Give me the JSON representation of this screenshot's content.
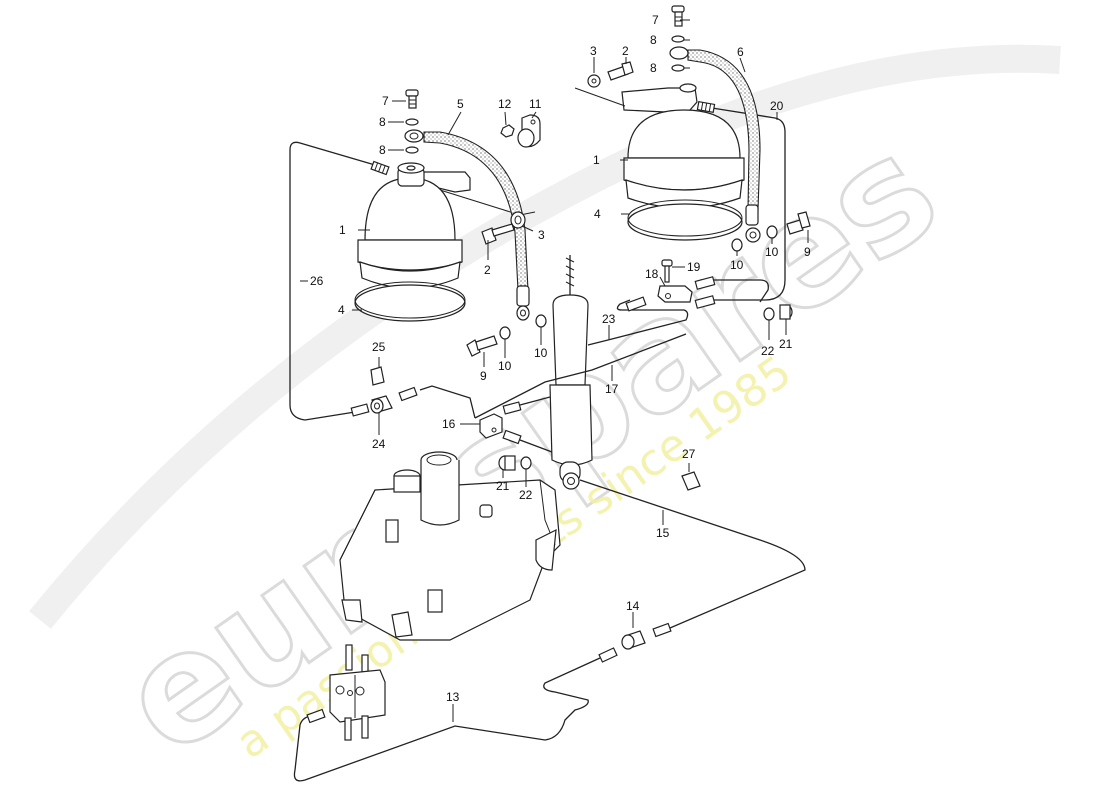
{
  "diagram": {
    "type": "exploded parts diagram",
    "subject": "hydropneumatic suspension - pressure accumulators, shock strut, reservoir and lines",
    "watermark": {
      "brand": "eurospares",
      "tagline": "a passion for parts since 1985"
    },
    "callouts": [
      {
        "id": "c1a",
        "number": "1",
        "part": "pressure accumulator sphere (left)"
      },
      {
        "id": "c1b",
        "number": "1",
        "part": "pressure accumulator sphere (right)"
      },
      {
        "id": "c2a",
        "number": "2",
        "part": "bolt (left bracket)"
      },
      {
        "id": "c2b",
        "number": "2",
        "part": "bolt (right bracket)"
      },
      {
        "id": "c3a",
        "number": "3",
        "part": "washer (left)"
      },
      {
        "id": "c3b",
        "number": "3",
        "part": "washer (right)"
      },
      {
        "id": "c4a",
        "number": "4",
        "part": "sealing ring (left)"
      },
      {
        "id": "c4b",
        "number": "4",
        "part": "sealing ring (right)"
      },
      {
        "id": "c5",
        "number": "5",
        "part": "high pressure hose (left)"
      },
      {
        "id": "c6",
        "number": "6",
        "part": "high pressure hose (right)"
      },
      {
        "id": "c7a",
        "number": "7",
        "part": "banjo bolt (left)"
      },
      {
        "id": "c7b",
        "number": "7",
        "part": "banjo bolt (right)"
      },
      {
        "id": "c8a",
        "number": "8",
        "part": "sealing washer upper (left)"
      },
      {
        "id": "c8b",
        "number": "8",
        "part": "sealing washer lower (left)"
      },
      {
        "id": "c8c",
        "number": "8",
        "part": "sealing washer upper (right)"
      },
      {
        "id": "c8d",
        "number": "8",
        "part": "sealing washer lower (right)"
      },
      {
        "id": "c9a",
        "number": "9",
        "part": "banjo bolt (center)"
      },
      {
        "id": "c9b",
        "number": "9",
        "part": "banjo bolt (right)"
      },
      {
        "id": "c10a",
        "number": "10",
        "part": "sealing washer (center 1)"
      },
      {
        "id": "c10b",
        "number": "10",
        "part": "sealing washer (center 2)"
      },
      {
        "id": "c10c",
        "number": "10",
        "part": "sealing washer (right 1)"
      },
      {
        "id": "c10d",
        "number": "10",
        "part": "sealing washer (right 2)"
      },
      {
        "id": "c11",
        "number": "11",
        "part": "hose clamp"
      },
      {
        "id": "c12",
        "number": "12",
        "part": "nut"
      },
      {
        "id": "c13",
        "number": "13",
        "part": "pressure line to valve"
      },
      {
        "id": "c14",
        "number": "14",
        "part": "union connector"
      },
      {
        "id": "c15",
        "number": "15",
        "part": "pressure line"
      },
      {
        "id": "c16",
        "number": "16",
        "part": "distributor block"
      },
      {
        "id": "c17",
        "number": "17",
        "part": "pressure line"
      },
      {
        "id": "c18",
        "number": "18",
        "part": "T-piece"
      },
      {
        "id": "c19",
        "number": "19",
        "part": "bolt"
      },
      {
        "id": "c20",
        "number": "20",
        "part": "pressure line (right accumulator)"
      },
      {
        "id": "c21a",
        "number": "21",
        "part": "hose connector (right)"
      },
      {
        "id": "c21b",
        "number": "21",
        "part": "hose connector (lower)"
      },
      {
        "id": "c22a",
        "number": "22",
        "part": "hose clip (right)"
      },
      {
        "id": "c22b",
        "number": "22",
        "part": "hose clip (lower)"
      },
      {
        "id": "c23",
        "number": "23",
        "part": "pressure line"
      },
      {
        "id": "c24",
        "number": "24",
        "part": "union nut"
      },
      {
        "id": "c25",
        "number": "25",
        "part": "line clip"
      },
      {
        "id": "c26",
        "number": "26",
        "part": "pressure line (left accumulator)"
      },
      {
        "id": "c27",
        "number": "27",
        "part": "line clip"
      }
    ]
  }
}
